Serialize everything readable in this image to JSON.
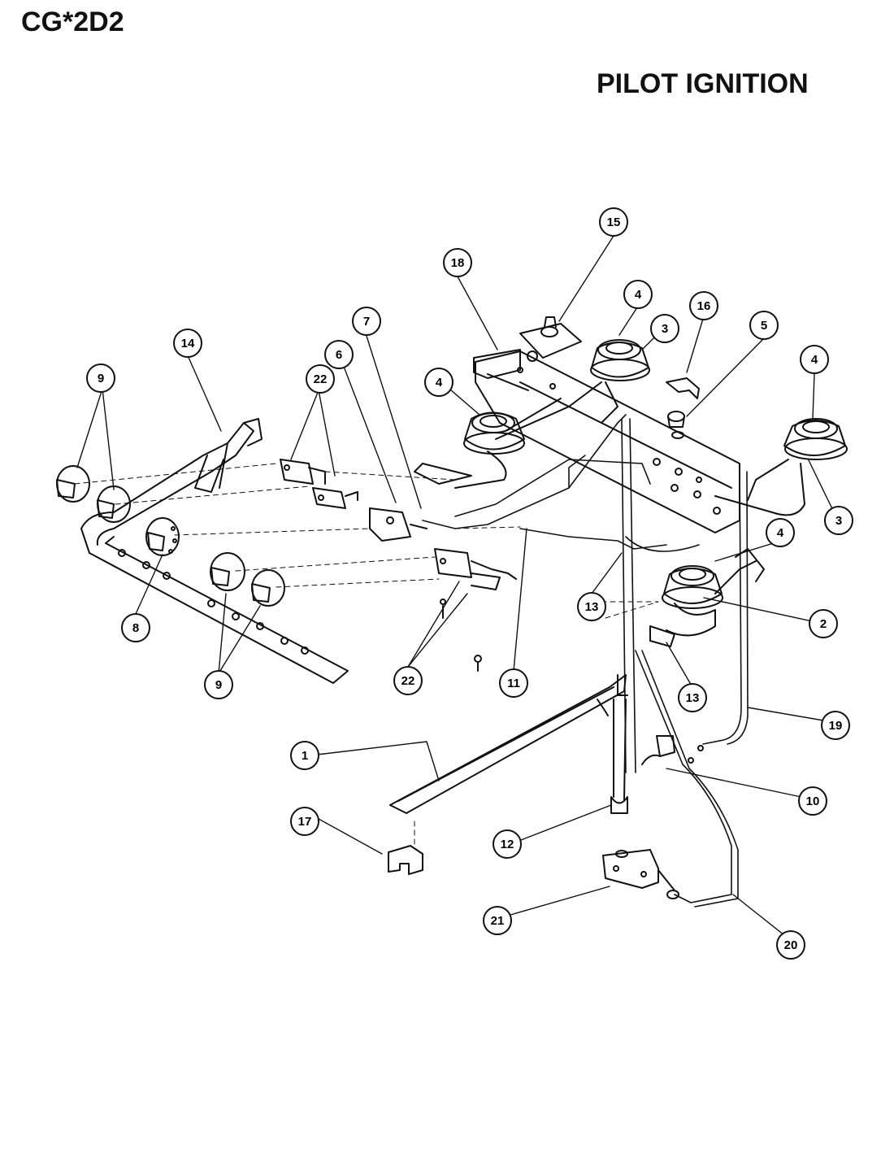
{
  "header": {
    "model_code": "CG*2D2",
    "section_title": "PILOT IGNITION"
  },
  "diagram": {
    "callout_numbers": [
      "1",
      "2",
      "3",
      "4",
      "5",
      "6",
      "7",
      "8",
      "9",
      "10",
      "11",
      "12",
      "13",
      "14",
      "15",
      "16",
      "17",
      "18",
      "19",
      "20",
      "21",
      "22"
    ]
  }
}
